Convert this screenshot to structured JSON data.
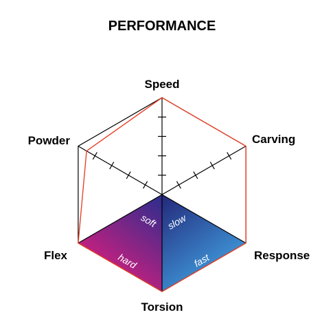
{
  "chart_data": {
    "type": "radar",
    "title": "PERFORMANCE",
    "axes": [
      "Speed",
      "Carving",
      "Response",
      "Torsion",
      "Flex",
      "Powder"
    ],
    "ticks_per_axis": 4,
    "range": [
      0,
      5
    ],
    "series": [
      {
        "values": [
          5,
          5,
          5,
          5,
          5,
          4.5
        ]
      }
    ],
    "region_labels": {
      "flex_inner": "soft",
      "flex_outer": "hard",
      "response_inner": "slow",
      "response_outer": "fast"
    },
    "colors": {
      "outline": "#000000",
      "series_line": "#e8432a",
      "flex_gradient_start": "#2a2d8e",
      "flex_gradient_end": "#d11f7e",
      "response_gradient_start": "#23287a",
      "response_gradient_end": "#3f98da"
    }
  }
}
